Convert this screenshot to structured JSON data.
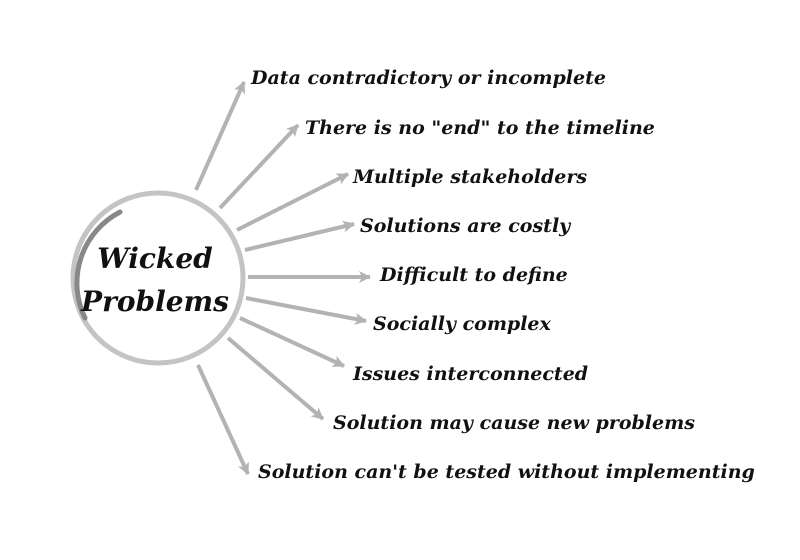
{
  "center": {
    "line1": "Wicked",
    "line2": "Problems"
  },
  "items": [
    {
      "label": "Data contradictory or incomplete"
    },
    {
      "label": "There is no \"end\" to the timeline"
    },
    {
      "label": "Multiple stakeholders"
    },
    {
      "label": "Solutions are costly"
    },
    {
      "label": "Difficult to define"
    },
    {
      "label": "Socially complex"
    },
    {
      "label": "Issues interconnected"
    },
    {
      "label": "Solution may cause new problems"
    },
    {
      "label": "Solution can't be tested without implementing"
    }
  ],
  "colors": {
    "ring": "#c4c4c4",
    "ring_arc": "#888888",
    "arrow": "#b3b3b3",
    "text": "#111111",
    "background": "#ffffff"
  }
}
